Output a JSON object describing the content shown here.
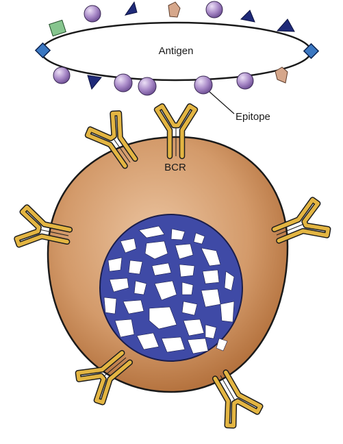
{
  "labels": {
    "antigen": "Antigen",
    "epitope": "Epitope",
    "bcr": "BCR"
  },
  "colors": {
    "cell_fill": "#c98b57",
    "nucleus": "#3f4aa6",
    "receptor": "#e3b542",
    "epitope_sphere": "#a98ac8",
    "triangle": "#1f2a78",
    "square_green": "#86c58e",
    "square_blue": "#3b78c2",
    "pentagon": "#d6a78b"
  }
}
